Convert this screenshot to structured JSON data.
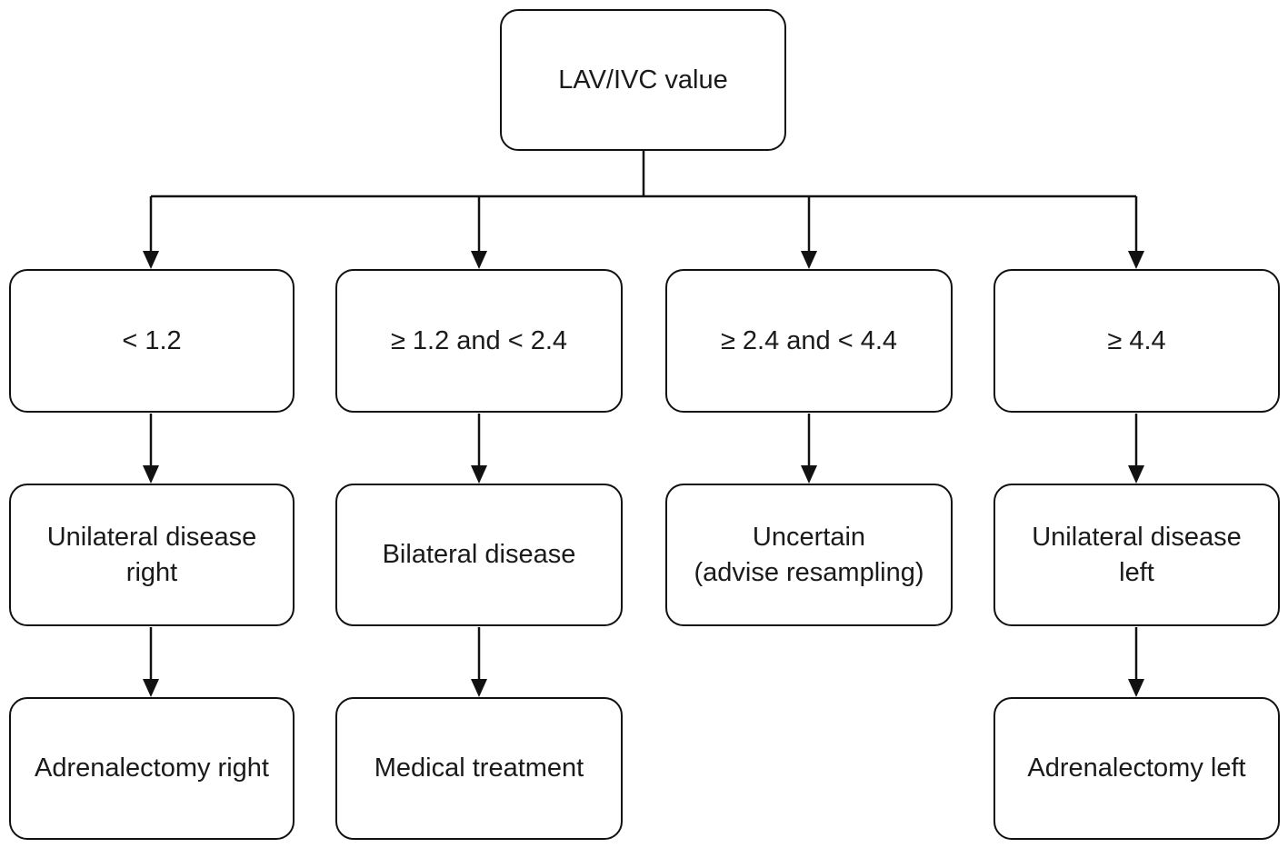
{
  "root": {
    "label": "LAV/IVC value"
  },
  "ranges": [
    {
      "label": "< 1.2"
    },
    {
      "label": "≥ 1.2 and < 2.4"
    },
    {
      "label": "≥ 2.4 and < 4.4"
    },
    {
      "label": "≥ 4.4"
    }
  ],
  "diagnoses": [
    {
      "label": "Unilateral disease\nright"
    },
    {
      "label": "Bilateral disease"
    },
    {
      "label": "Uncertain\n(advise resampling)"
    },
    {
      "label": "Unilateral disease\nleft"
    }
  ],
  "treatments": [
    {
      "label": "Adrenalectomy right"
    },
    {
      "label": "Medical treatment"
    },
    {
      "label": "Adrenalectomy left"
    }
  ],
  "colors": {
    "stroke": "#111111",
    "text": "#1a1a1a",
    "background": "#ffffff"
  }
}
